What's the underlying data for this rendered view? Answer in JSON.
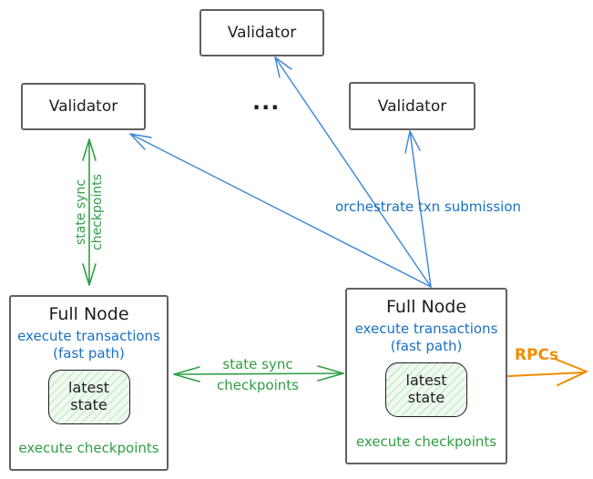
{
  "colors": {
    "green": "#2f9e44",
    "blue_text": "#1971c2",
    "blue_arrow": "#3a85d8",
    "orange": "#f08c00",
    "ink": "#1e1e1e",
    "box_border": "#606060",
    "state_box_fill": "#f0faf0",
    "state_box_hatch": "#c9eccd"
  },
  "validators": [
    {
      "label": "Validator"
    },
    {
      "label": "Validator"
    },
    {
      "label": "Validator"
    }
  ],
  "ellipsis": "...",
  "full_nodes": [
    {
      "title": "Full Node",
      "blue_line1": "execute transactions",
      "blue_line2": "(fast path)",
      "state_line1": "latest",
      "state_line2": "state",
      "green_line": "execute checkpoints"
    },
    {
      "title": "Full Node",
      "blue_line1": "execute transactions",
      "blue_line2": "(fast path)",
      "state_line1": "latest",
      "state_line2": "state",
      "green_line": "execute checkpoints"
    }
  ],
  "arrows": {
    "vertical_state_sync": {
      "line1": "state sync",
      "line2": "checkpoints"
    },
    "horizontal_state_sync": {
      "line1": "state sync",
      "line2": "checkpoints"
    },
    "orchestrate_label": "orchestrate txn submission",
    "rpcs_label": "RPCs"
  }
}
